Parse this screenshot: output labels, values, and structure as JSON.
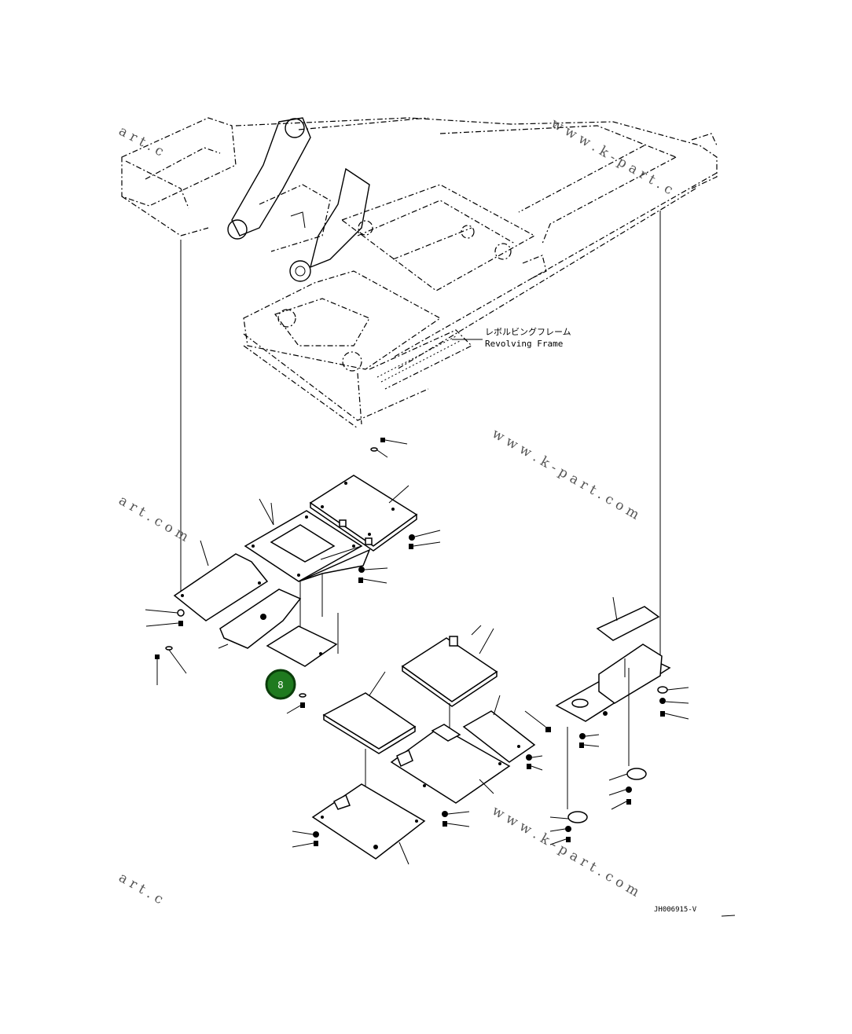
{
  "labels": {
    "frame_jp": "レボルビングフレーム",
    "frame_en": "Revolving Frame",
    "drawing_code": "JH006915-V"
  },
  "callouts": [
    {
      "number": "8",
      "color": "#1f7a1f"
    }
  ],
  "watermarks": [
    "a r t . c",
    "w w w . k - p a r t . c o m",
    "a r t . c o m",
    "w w w . k - p a r t . c o m",
    "a r t . c",
    "w w w . k - p a r t . c"
  ]
}
